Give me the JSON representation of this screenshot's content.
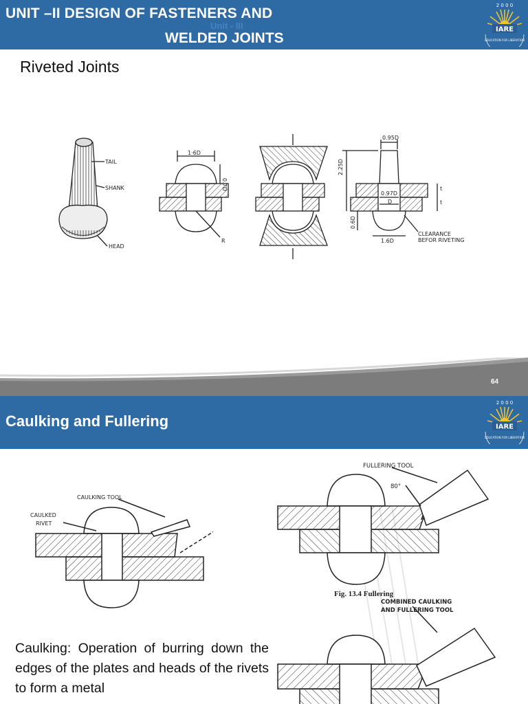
{
  "slide1": {
    "title_line1": "UNIT –II  DESIGN OF FASTENERS AND",
    "title_line2": "WELDED JOINTS",
    "title_ghost": "Unit - III",
    "subtitle": "Riveted Joints",
    "logo_year": "2 0 0 0",
    "logo_text": "IARE",
    "logo_motto": "EDUCATION FOR LIBERATION",
    "page_number": "64",
    "figure_labels": {
      "tail": "TAIL",
      "shank": "SHANK",
      "head": "HEAD",
      "dim_1_6d_top": "1·6D",
      "dim_0_7d": "0.7D",
      "radius": "R",
      "dim_2_25d": "2.25D",
      "dim_0_95d": "0.95D",
      "dim_0_97d": "0.97D",
      "dim_d": "D",
      "dim_0_6d": "0.6D",
      "dim_1_6d_bottom": "1.6D",
      "dim_t1": "t",
      "dim_t2": "t",
      "clearance_line1": "CLEARANCE",
      "clearance_line2": "BEFOR RIVETING"
    }
  },
  "slide2": {
    "title": "Caulking and Fullering",
    "logo_year": "2 0 0 0",
    "logo_text": "IARE",
    "logo_motto": "EDUCATION FOR LIBERATION",
    "caulk_fig": {
      "tool_label": "CAULKING TOOL",
      "rivet_label_line1": "CAULKED",
      "rivet_label_line2": "RIVET"
    },
    "fuller_fig": {
      "tool_label": "FULLERING TOOL",
      "angle": "80°",
      "point": "A",
      "caption": "Fig. 13.4 Fullering",
      "combined_line1": "COMBINED CAULKING",
      "combined_line2": "AND FULLERING TOOL"
    },
    "body_text": "Caulking: Operation of burring down the edges of the plates and heads of the rivets to form a metal"
  }
}
